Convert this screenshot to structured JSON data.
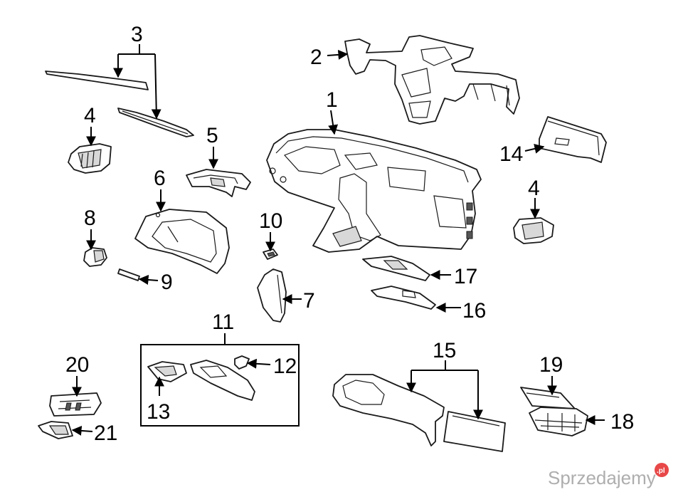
{
  "callouts": {
    "c1": "1",
    "c2": "2",
    "c3": "3",
    "c4a": "4",
    "c4b": "4",
    "c5": "5",
    "c6": "6",
    "c7": "7",
    "c8": "8",
    "c9": "9",
    "c10": "10",
    "c11": "11",
    "c12": "12",
    "c13": "13",
    "c14": "14",
    "c15": "15",
    "c16": "16",
    "c17": "17",
    "c18": "18",
    "c19": "19",
    "c20": "20",
    "c21": "21"
  },
  "watermark": {
    "text": "Sprzedajemy",
    "badge": ".pl",
    "color": "#9a9a9a",
    "badge_color": "#e84848"
  }
}
